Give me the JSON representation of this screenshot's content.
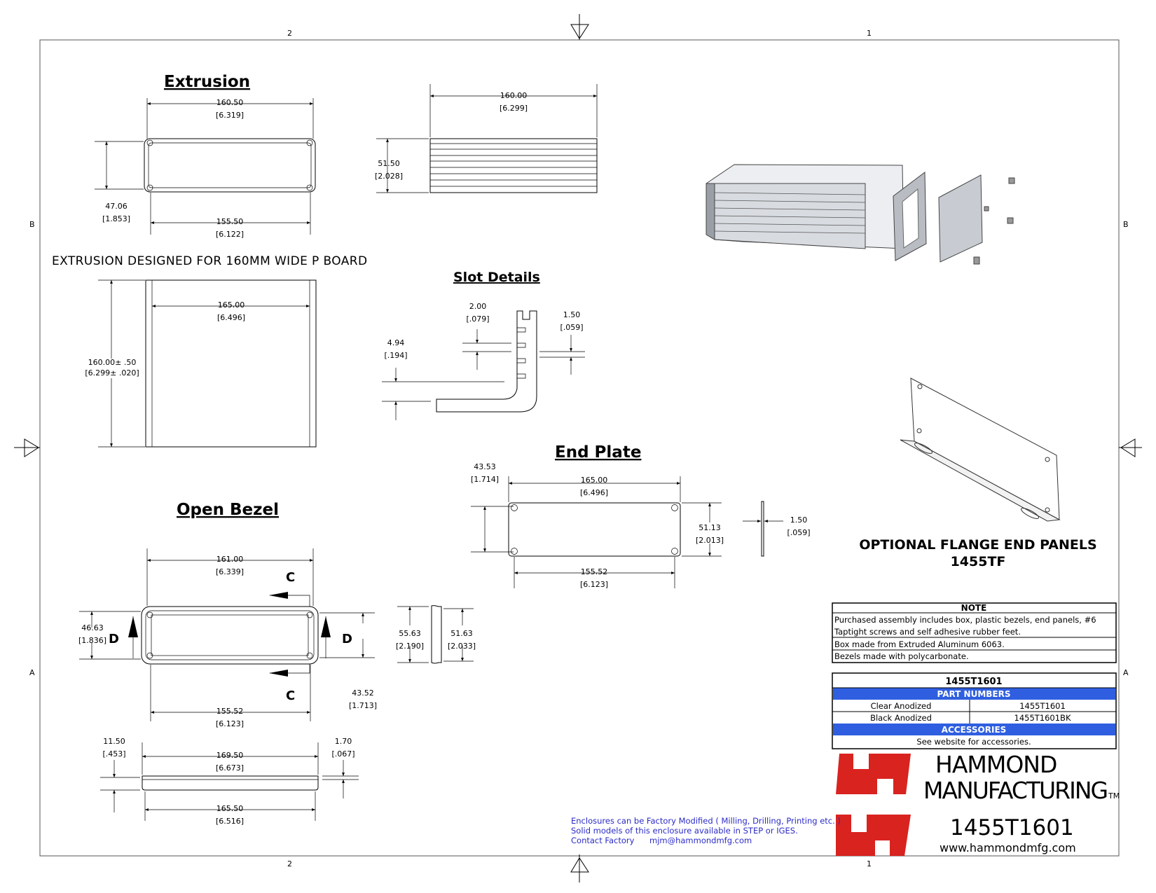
{
  "zone_labels": {
    "col_left": "2",
    "col_right": "1",
    "row_upper": "B",
    "row_lower": "A"
  },
  "views": {
    "extrusion": {
      "title": "Extrusion",
      "width_top": "160.50",
      "width_top_in": "[6.319]",
      "height": "47.06",
      "height_in": "[1.853]",
      "width_bottom": "155.50",
      "width_bottom_in": "[6.122]"
    },
    "side": {
      "length": "160.00",
      "length_in": "[6.299]",
      "height": "51.50",
      "height_in": "[2.028]"
    },
    "note_board": "EXTRUSION DESIGNED FOR 160MM WIDE P BOARD",
    "top_view": {
      "width": "165.00",
      "width_in": "[6.496]",
      "length": "160.00± .50",
      "length_in": "[6.299± .020]"
    },
    "slot": {
      "title": "Slot Details",
      "d1": "2.00",
      "d1_in": "[.079]",
      "d2": "1.50",
      "d2_in": "[.059]",
      "d3": "4.94",
      "d3_in": "[.194]"
    },
    "end_plate": {
      "title": "End Plate",
      "offset": "43.53",
      "offset_in": "[1.714]",
      "width": "165.00",
      "width_in": "[6.496]",
      "height": "51.13",
      "height_in": "[2.013]",
      "thick": "1.50",
      "thick_in": "[.059]",
      "bottom": "155.52",
      "bottom_in": "[6.123]"
    },
    "bezel": {
      "title": "Open Bezel",
      "width": "161.00",
      "width_in": "[6.339]",
      "height": "46.63",
      "height_in": "[1.836]",
      "sec_c": "C",
      "sec_d": "D",
      "h2": "55.63",
      "h2_in": "[2.190]",
      "h3": "51.63",
      "h3_in": "[2.033]",
      "h4": "43.52",
      "h4_in": "[1.713]",
      "bottom": "155.52",
      "bottom_in": "[6.123]",
      "depth": "11.50",
      "depth_in": "[.453]",
      "w2": "169.50",
      "w2_in": "[6.673]",
      "t": "1.70",
      "t_in": "[.067]",
      "w3": "165.50",
      "w3_in": "[6.516]"
    }
  },
  "flange": {
    "line1": "OPTIONAL FLANGE END PANELS",
    "line2": "1455TF"
  },
  "note_table": {
    "header": "NOTE",
    "rows": [
      "Purchased assembly includes box, plastic bezels, end panels, #6",
      "Taptight screws and self adhesive rubber feet.",
      "Box made from Extruded Aluminum 6063.",
      "Bezels made with polycarbonate."
    ]
  },
  "parts_table": {
    "title": "1455T1601",
    "section1": "PART NUMBERS",
    "rows": [
      {
        "label": "Clear Anodized",
        "part": "1455T1601"
      },
      {
        "label": "Black Anodized",
        "part": "1455T1601BK"
      }
    ],
    "section2": "ACCESSORIES",
    "accessories": "See website for accessories."
  },
  "company": {
    "line1": "HAMMOND",
    "line2": "MANUFACTURING",
    "tm": "TM",
    "part": "1455T1601",
    "web": "www.hammondmfg.com"
  },
  "footer": {
    "line1": "Enclosures can be Factory Modified ( Milling, Drilling, Printing etc. )",
    "line2": "Solid models of this enclosure available in STEP or IGES.",
    "line3_label": "Contact Factory",
    "line3_email": "mjm@hammondmfg.com"
  },
  "colors": {
    "blue_header": "#2f5fe0",
    "logo_red": "#d9231f",
    "footer_text": "#2b2bc8"
  }
}
